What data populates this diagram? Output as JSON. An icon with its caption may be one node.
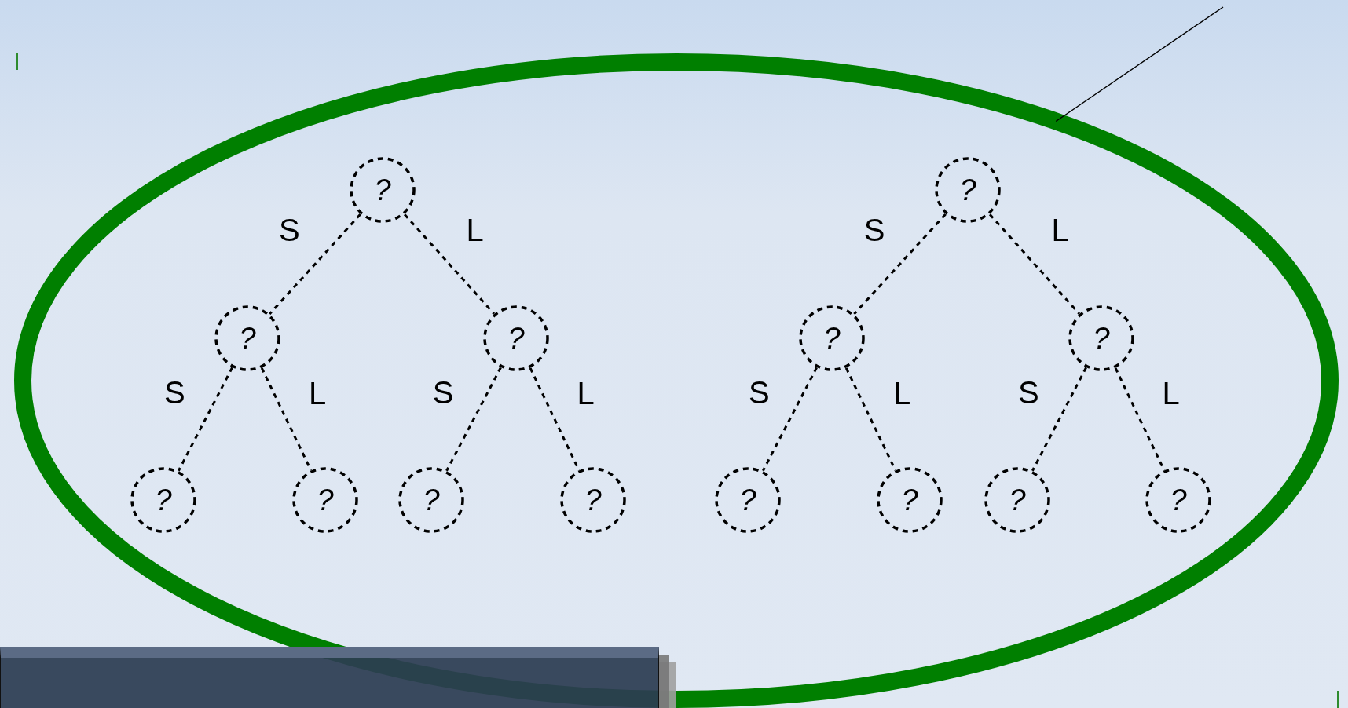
{
  "diagram": {
    "nodes": [
      {
        "text": [],
        "shape": "ellipse"
      },
      {
        "text": [
          "?"
        ],
        "in": 0
      },
      {
        "text": [
          "?"
        ],
        "in": 0
      },
      {
        "text": [
          "?"
        ],
        "in": 0
      },
      {
        "text": [
          "?"
        ],
        "in": 0
      },
      {
        "text": [
          "?"
        ],
        "in": 0
      },
      {
        "text": [
          "?"
        ],
        "in": 0
      },
      {
        "text": [
          "?"
        ],
        "in": 0
      },
      {
        "text": [
          "?"
        ],
        "in": 0
      },
      {
        "text": [
          "?"
        ],
        "in": 0
      },
      {
        "text": [
          "?"
        ],
        "in": 0
      },
      {
        "text": [
          "?"
        ],
        "in": 0
      },
      {
        "text": [
          "?"
        ],
        "in": 0
      },
      {
        "text": [
          "?"
        ],
        "in": 0
      },
      {
        "text": [
          "?"
        ],
        "in": 0
      }
    ],
    "edges": [
      {
        "from": null,
        "to": 0,
        "arrow": "none"
      },
      {
        "from": 1,
        "to": 2,
        "arrow": "none",
        "label": "S",
        "style": "dashed"
      },
      {
        "from": 1,
        "to": 3,
        "arrow": "none",
        "label": "L",
        "style": "dashed"
      },
      {
        "from": 2,
        "to": 4,
        "arrow": "none",
        "label": "S",
        "style": "dashed"
      },
      {
        "from": 2,
        "to": 5,
        "arrow": "none",
        "label": "L",
        "style": "dashed"
      },
      {
        "from": 3,
        "to": 6,
        "arrow": "none",
        "label": "S",
        "style": "dashed"
      },
      {
        "from": 3,
        "to": 7,
        "arrow": "none",
        "label": "L",
        "style": "dashed"
      },
      {
        "from": 8,
        "to": 9,
        "arrow": "none",
        "label": "S",
        "style": "dashed"
      },
      {
        "from": 8,
        "to": 10,
        "arrow": "none",
        "label": "L",
        "style": "dashed"
      },
      {
        "from": 9,
        "to": 11,
        "arrow": "none",
        "label": "S",
        "style": "dashed"
      },
      {
        "from": 9,
        "to": 12,
        "arrow": "none",
        "label": "L",
        "style": "dashed"
      },
      {
        "from": 10,
        "to": 13,
        "arrow": "none",
        "label": "S",
        "style": "dashed"
      },
      {
        "from": 10,
        "to": 14,
        "arrow": "none",
        "label": "L",
        "style": "dashed"
      }
    ]
  }
}
